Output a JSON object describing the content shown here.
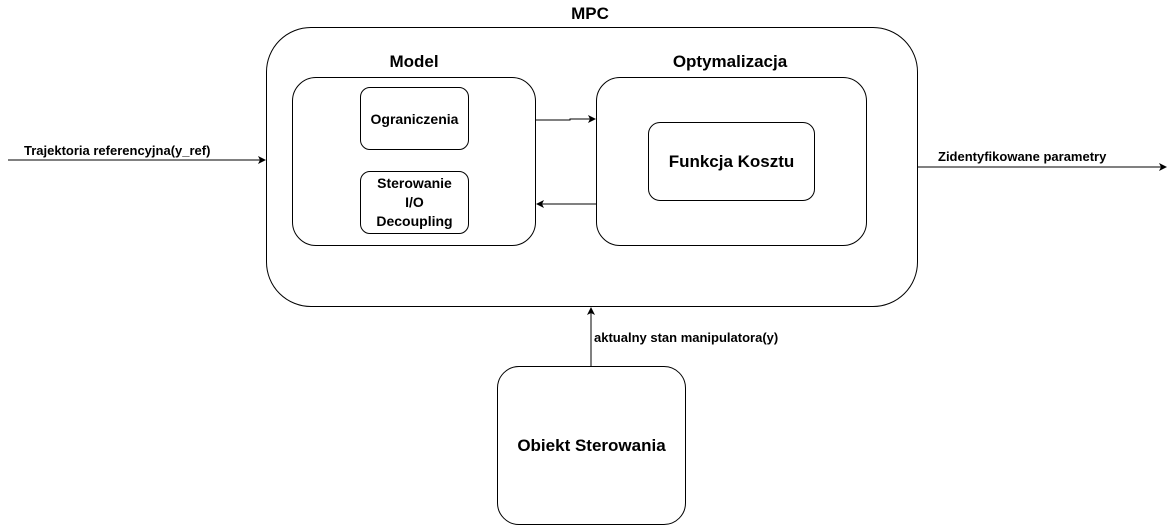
{
  "mpc": {
    "title": "MPC"
  },
  "model": {
    "title": "Model",
    "constraints": "Ograniczenia",
    "control_line1": "Sterowanie",
    "control_line2": "I/O",
    "control_line3": "Decoupling"
  },
  "optimization": {
    "title": "Optymalizacja",
    "cost_function": "Funkcja Kosztu"
  },
  "plant": {
    "title": "Obiekt Sterowania"
  },
  "edges": {
    "reference_input": "Trajektoria referencyjna(y_ref)",
    "output": "Zidentyfikowane parametry",
    "feedback": "aktualny stan manipulatora(y)"
  }
}
